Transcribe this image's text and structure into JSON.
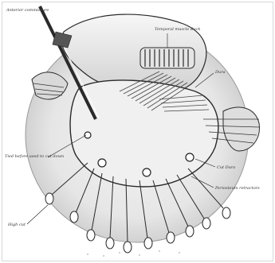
{
  "figure": {
    "labels": {
      "anterior": "Anterior commissure",
      "temporal": "Temporal muscle Beck",
      "dura": "Dura",
      "tied": "Tied before used to cut down",
      "cut": "Cut Dura",
      "traction": "Periosteum retractors",
      "high": "High cut"
    }
  },
  "colors": {
    "ink": "#2a2a2a",
    "paper": "#ffffff",
    "shade": "#bdbdbd",
    "fill": "#e9e9e9"
  }
}
